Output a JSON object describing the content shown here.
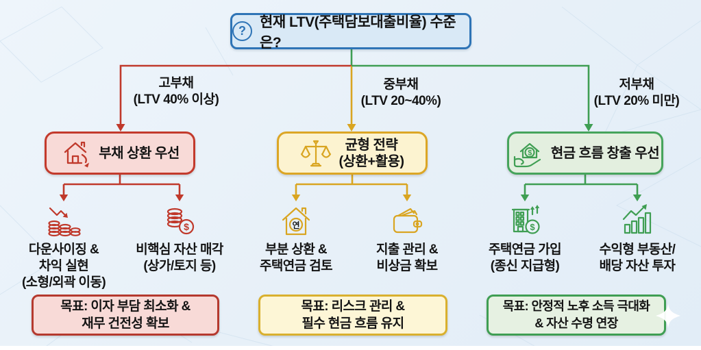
{
  "root": {
    "question": "현재 LTV(주택담보대출비율) 수준은?",
    "icon_glyph": "?",
    "accent_color": "#2e74b6"
  },
  "branches": [
    {
      "name": "high-debt",
      "color": "#c0392b",
      "box_fill": "#f8dad7",
      "condition_label": "고부채\n(LTV 40% 이상)",
      "strategy": {
        "icon": "house-down-arrow-icon",
        "title": "부채 상환 우선"
      },
      "leaves": [
        {
          "icon": "coins-decreasing-icon",
          "text": "다운사이징 &\n차익 실현\n(소형/외곽 이동)"
        },
        {
          "icon": "coins-dollar-icon",
          "icon_text": "$",
          "text": "비핵심 자산 매각\n(상가/토지 등)"
        }
      ],
      "goal": "목표: 이자 부담 최소화 &\n재무 건전성 확보"
    },
    {
      "name": "mid-debt",
      "color": "#d9a521",
      "box_fill": "#fcf3d0",
      "condition_label": "중부채\n(LTV 20~40%)",
      "strategy": {
        "icon": "balance-scale-icon",
        "title": "균형 전략\n(상환+활용)"
      },
      "leaves": [
        {
          "icon": "house-pension-icon",
          "icon_text": "연",
          "text": "부분 상환 &\n주택연금 검토"
        },
        {
          "icon": "wallet-icon",
          "text": "지출 관리 &\n비상금 확보"
        }
      ],
      "goal": "목표: 리스크 관리 &\n필수 현금 흐름 유지"
    },
    {
      "name": "low-debt",
      "color": "#3f9e53",
      "box_fill": "#e3efdf",
      "condition_label": "저부채\n(LTV 20% 미만)",
      "strategy": {
        "icon": "hand-house-dollar-icon",
        "icon_text": "$",
        "title": "현금 흐름 창출 우선"
      },
      "leaves": [
        {
          "icon": "building-dollar-up-icon",
          "icon_text": "$",
          "text": "주택연금 가입\n(종신 지급형)"
        },
        {
          "icon": "bar-chart-up-icon",
          "text": "수익형 부동산/\n배당 자산 투자"
        }
      ],
      "goal": "목표: 안정적 노후 소득 극대화\n& 자산 수명 연장"
    }
  ]
}
